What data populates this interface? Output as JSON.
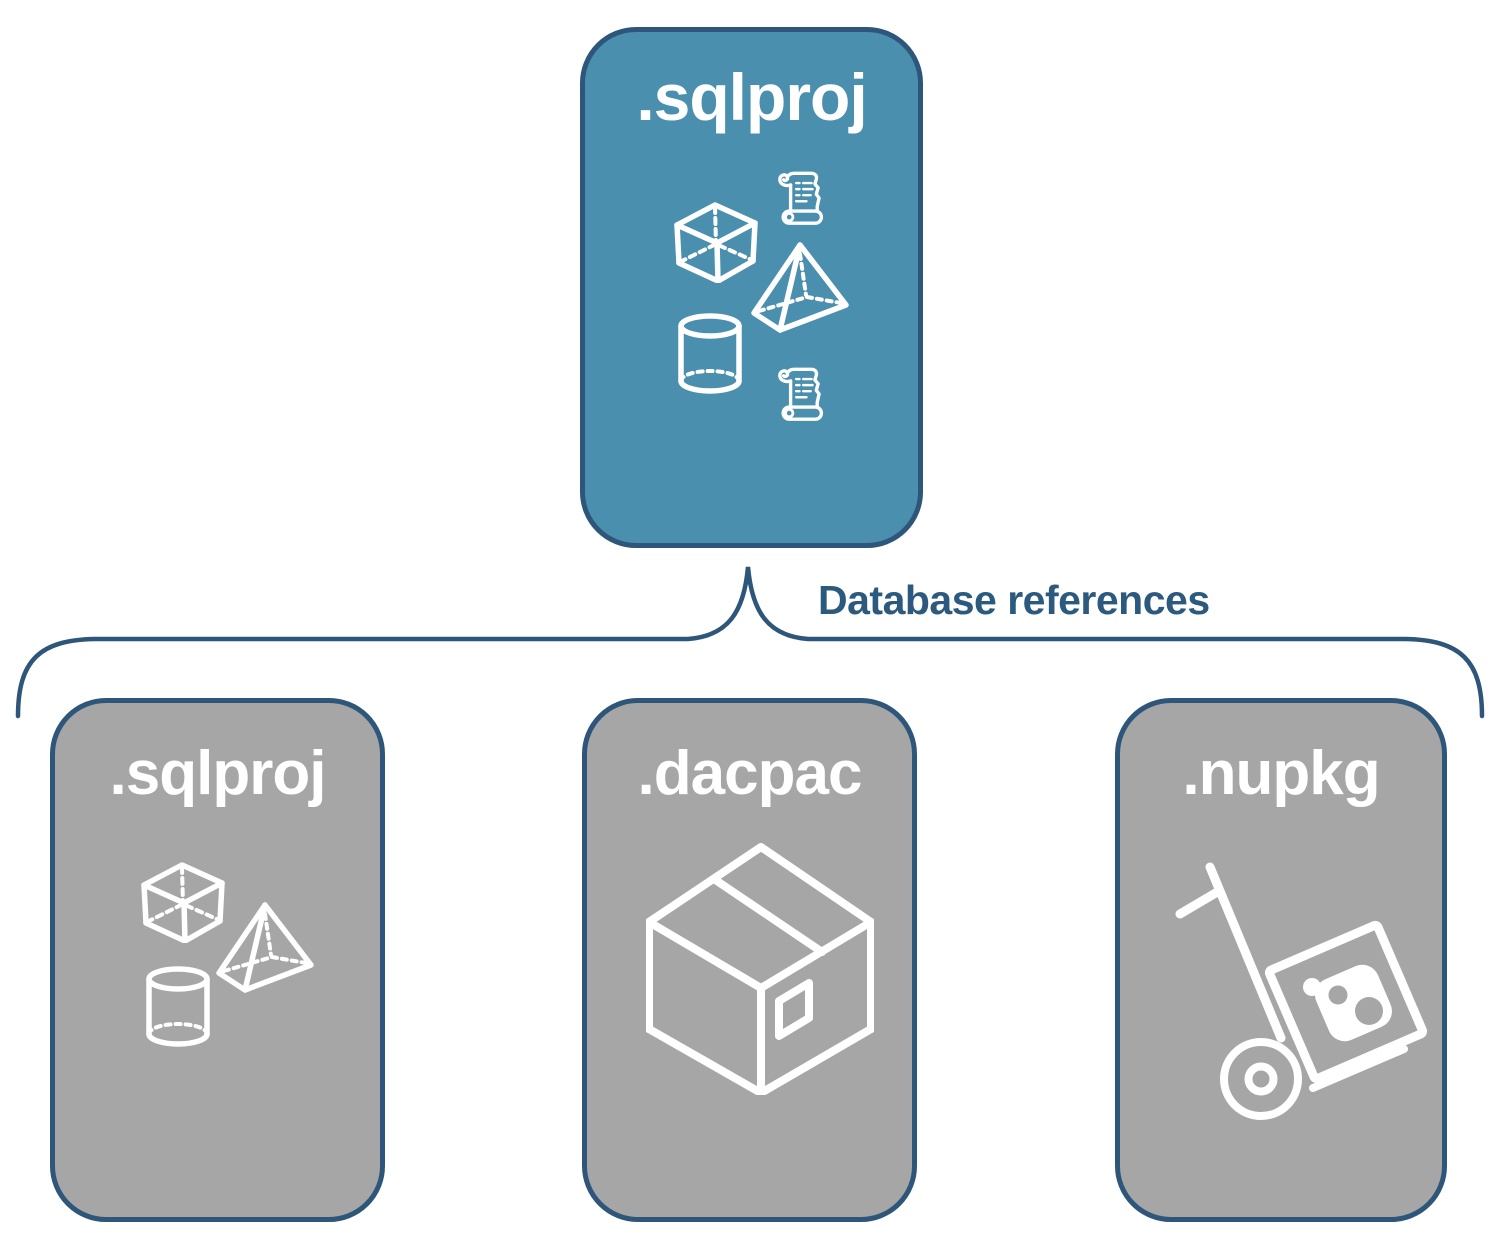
{
  "diagram": {
    "root": {
      "label": ".sqlproj",
      "icons": [
        "scroll-icon",
        "cube-icon",
        "pyramid-icon",
        "cylinder-icon",
        "scroll-icon"
      ]
    },
    "connector": {
      "label": "Database references"
    },
    "children": [
      {
        "label": ".sqlproj",
        "icons": [
          "cube-icon",
          "pyramid-icon",
          "cylinder-icon"
        ]
      },
      {
        "label": ".dacpac",
        "icons": [
          "package-box-icon"
        ]
      },
      {
        "label": ".nupkg",
        "icons": [
          "nuget-hand-truck-icon"
        ]
      }
    ],
    "colors": {
      "root_fill": "#4a8fae",
      "child_fill": "#a6a6a6",
      "border_navy": "#2d567a",
      "label_navy": "#2b5a7e",
      "icon_white": "#ffffff",
      "background": "#ffffff"
    }
  }
}
